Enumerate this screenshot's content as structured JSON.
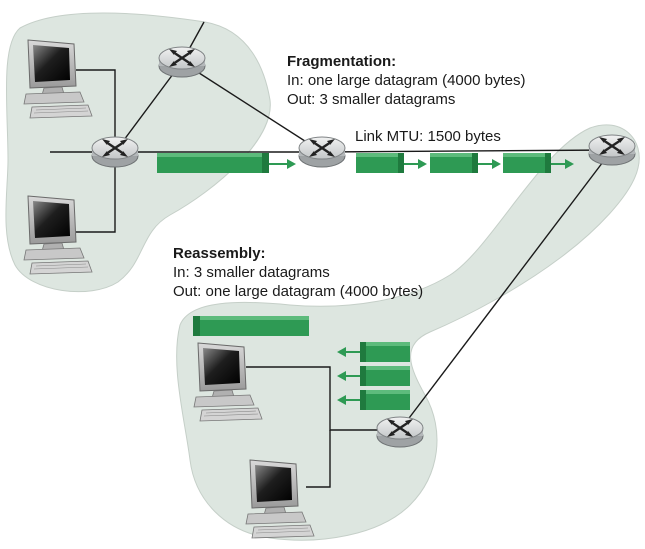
{
  "fragmentation": {
    "title": "Fragmentation:",
    "in_line": "In: one large datagram (4000 bytes)",
    "out_line": "Out: 3 smaller datagrams"
  },
  "link_mtu": "Link MTU: 1500 bytes",
  "reassembly": {
    "title": "Reassembly:",
    "in_line": "In: 3 smaller datagrams",
    "out_line": "Out: one large datagram (4000 bytes)"
  },
  "colors": {
    "region_fill": "#dde6e0",
    "region_stroke": "#b9c4bd",
    "datagram": "#2e9a54",
    "datagram_dark": "#1f7a3e",
    "arrow": "#2e9a54",
    "line": "#1a1a1a",
    "router_body": "#c9cbcc"
  },
  "datagrams": {
    "large_count": 1,
    "fragment_count": 3
  }
}
